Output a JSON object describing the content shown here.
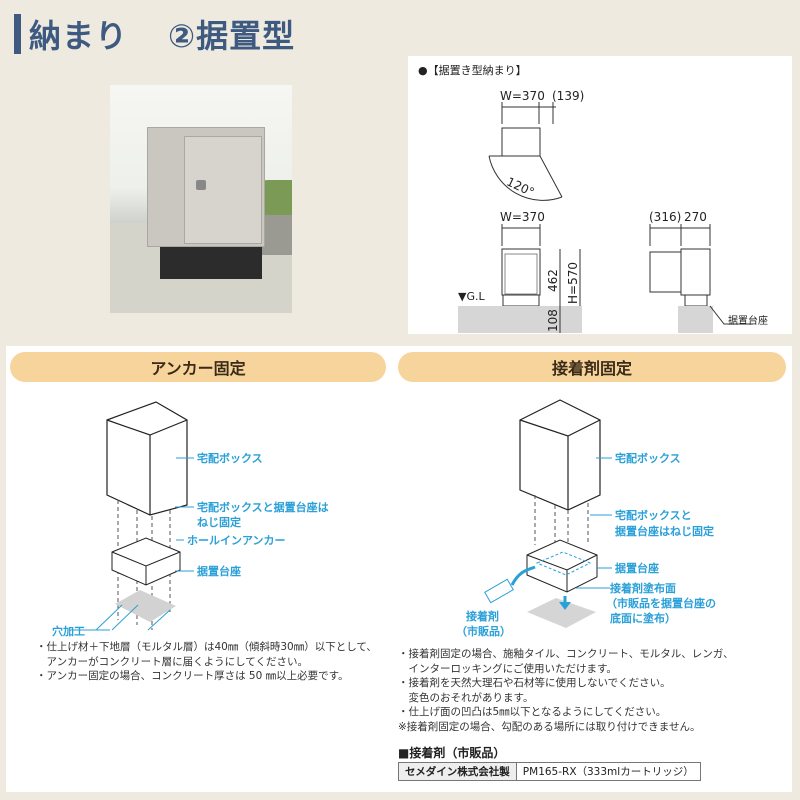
{
  "header": {
    "title_main": "納まり",
    "title_sub": "②据置型",
    "accent_color": "#3e5a80"
  },
  "photo": {
    "alt": "宅配ボックス 据置型 設置写真"
  },
  "drawing": {
    "heading": "●【据置き型納まり】",
    "plan_view": {
      "width_label": "W=370",
      "clearance_label": "(139)",
      "angle_label": "120°"
    },
    "front_view": {
      "width_label": "W=370",
      "box_height_label": "462",
      "total_height_label": "H=570",
      "base_height_label": "108",
      "ground_label": "▼G.L"
    },
    "side_view": {
      "door_label": "(316)",
      "depth_label": "270",
      "base_label": "据置台座"
    }
  },
  "anchor_section": {
    "pill_label": "アンカー固定",
    "callouts": {
      "box": "宅配ボックス",
      "screw_line1": "宅配ボックスと据置台座は",
      "screw_line2": "ねじ固定",
      "anchor": "ホールインアンカー",
      "base": "据置台座",
      "hole": "穴加工"
    },
    "notes": [
      "・仕上げ材＋下地層（モルタル層）は40㎜（傾斜時30㎜）以下として、",
      "　アンカーがコンクリート層に届くようにしてください。",
      "・アンカー固定の場合、コンクリート厚さは 50 ㎜以上必要です。"
    ]
  },
  "adhesive_section": {
    "pill_label": "接着剤固定",
    "callouts": {
      "box": "宅配ボックス",
      "screw_line1": "宅配ボックスと",
      "screw_line2": "据置台座はねじ固定",
      "base": "据置台座",
      "surface_line1": "接着剤塗布面",
      "surface_line2": "（市販品を据置台座の",
      "surface_line3": "底面に塗布）",
      "adhesive_line1": "接着剤",
      "adhesive_line2": "（市販品）"
    },
    "notes": [
      "・接着剤固定の場合、施釉タイル、コンクリート、モルタル、レンガ、",
      "　インターロッキングにご使用いただけます。",
      "・接着剤を天然大理石や石材等に使用しないでください。",
      "　変色のおそれがあります。",
      "・仕上げ面の凹凸は5㎜以下となるようにしてください。",
      "※接着剤固定の場合、勾配のある場所には取り付けできません。"
    ],
    "product_heading": "■接着剤（市販品）",
    "product_table": {
      "maker": "セメダイン株式会社製",
      "product": "PM165-RX（333mlカートリッジ）"
    }
  },
  "colors": {
    "pill": "#f7d49b",
    "callout_blue": "#2aa0d8",
    "background": "#eeeae0"
  }
}
